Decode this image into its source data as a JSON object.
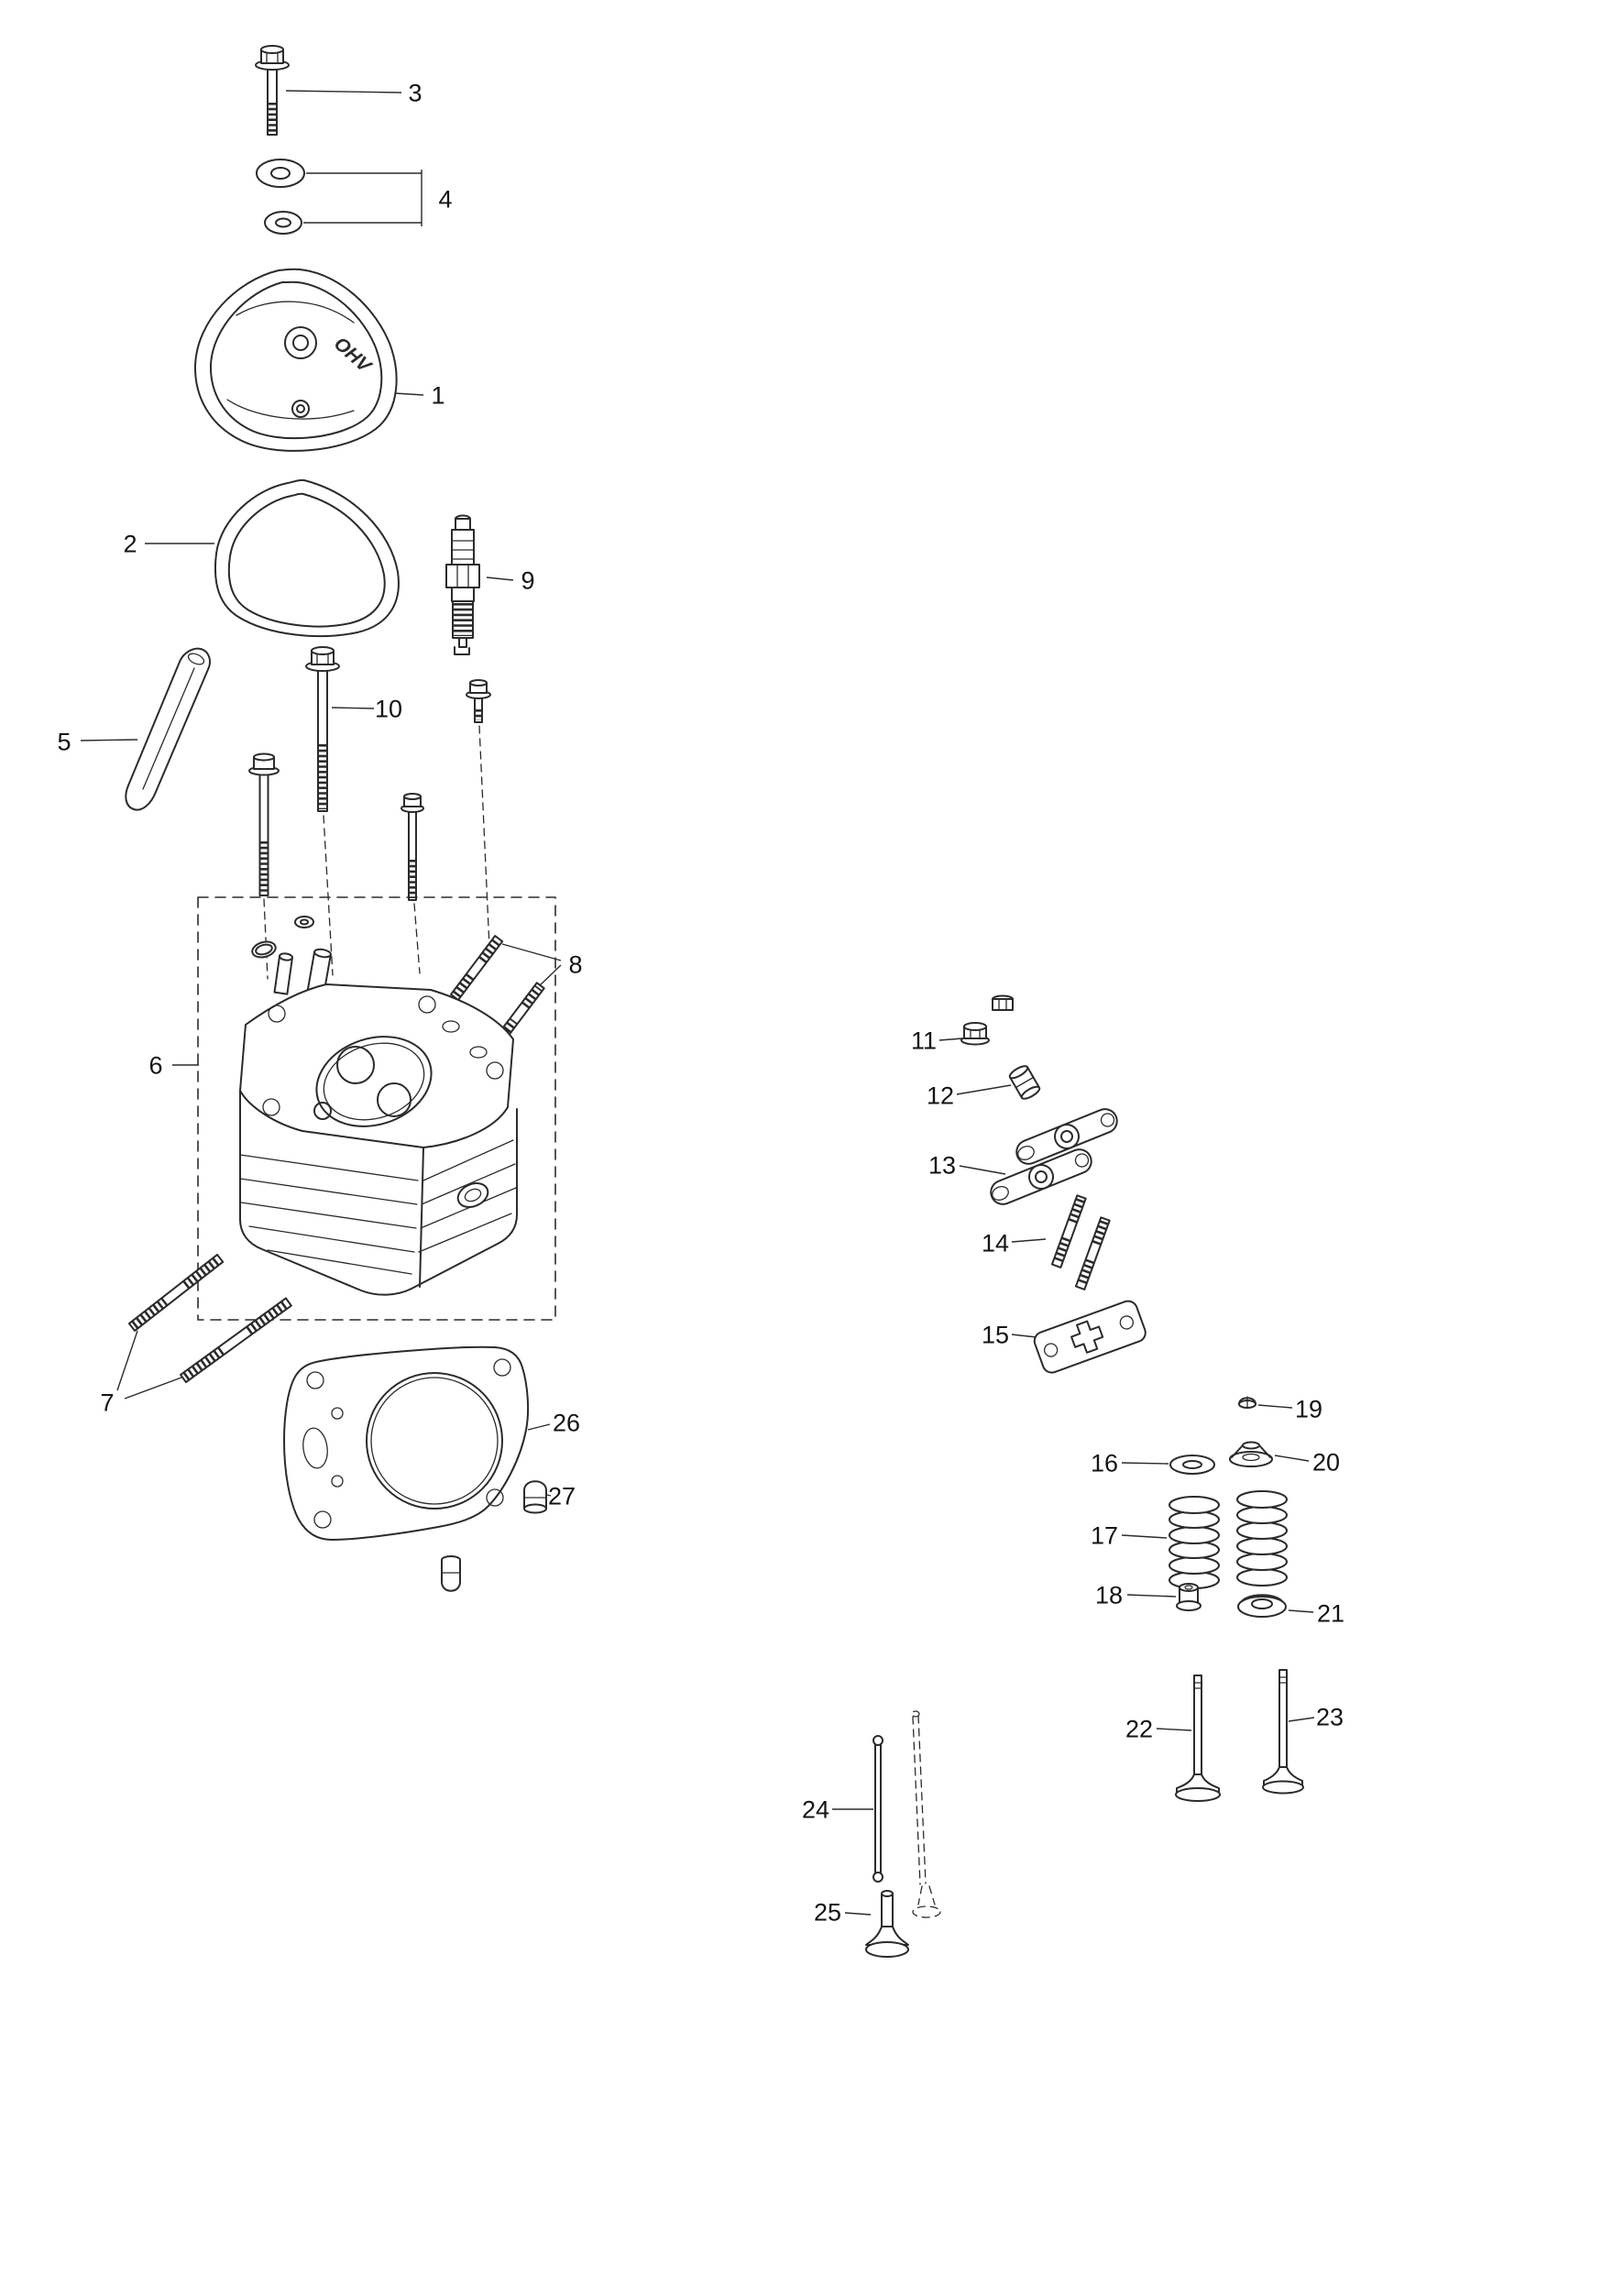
{
  "colors": {
    "background": "#ffffff",
    "line": "#2b2b2b",
    "label": "#141414"
  },
  "valve_cover_marking": "OHV",
  "callouts": [
    {
      "label": "1"
    },
    {
      "label": "2"
    },
    {
      "label": "3"
    },
    {
      "label": "4"
    },
    {
      "label": "5"
    },
    {
      "label": "6"
    },
    {
      "label": "7"
    },
    {
      "label": "8"
    },
    {
      "label": "9"
    },
    {
      "label": "10"
    },
    {
      "label": "11"
    },
    {
      "label": "12"
    },
    {
      "label": "13"
    },
    {
      "label": "14"
    },
    {
      "label": "15"
    },
    {
      "label": "16"
    },
    {
      "label": "17"
    },
    {
      "label": "18"
    },
    {
      "label": "19"
    },
    {
      "label": "20"
    },
    {
      "label": "21"
    },
    {
      "label": "22"
    },
    {
      "label": "23"
    },
    {
      "label": "24"
    },
    {
      "label": "25"
    },
    {
      "label": "26"
    },
    {
      "label": "27"
    }
  ]
}
